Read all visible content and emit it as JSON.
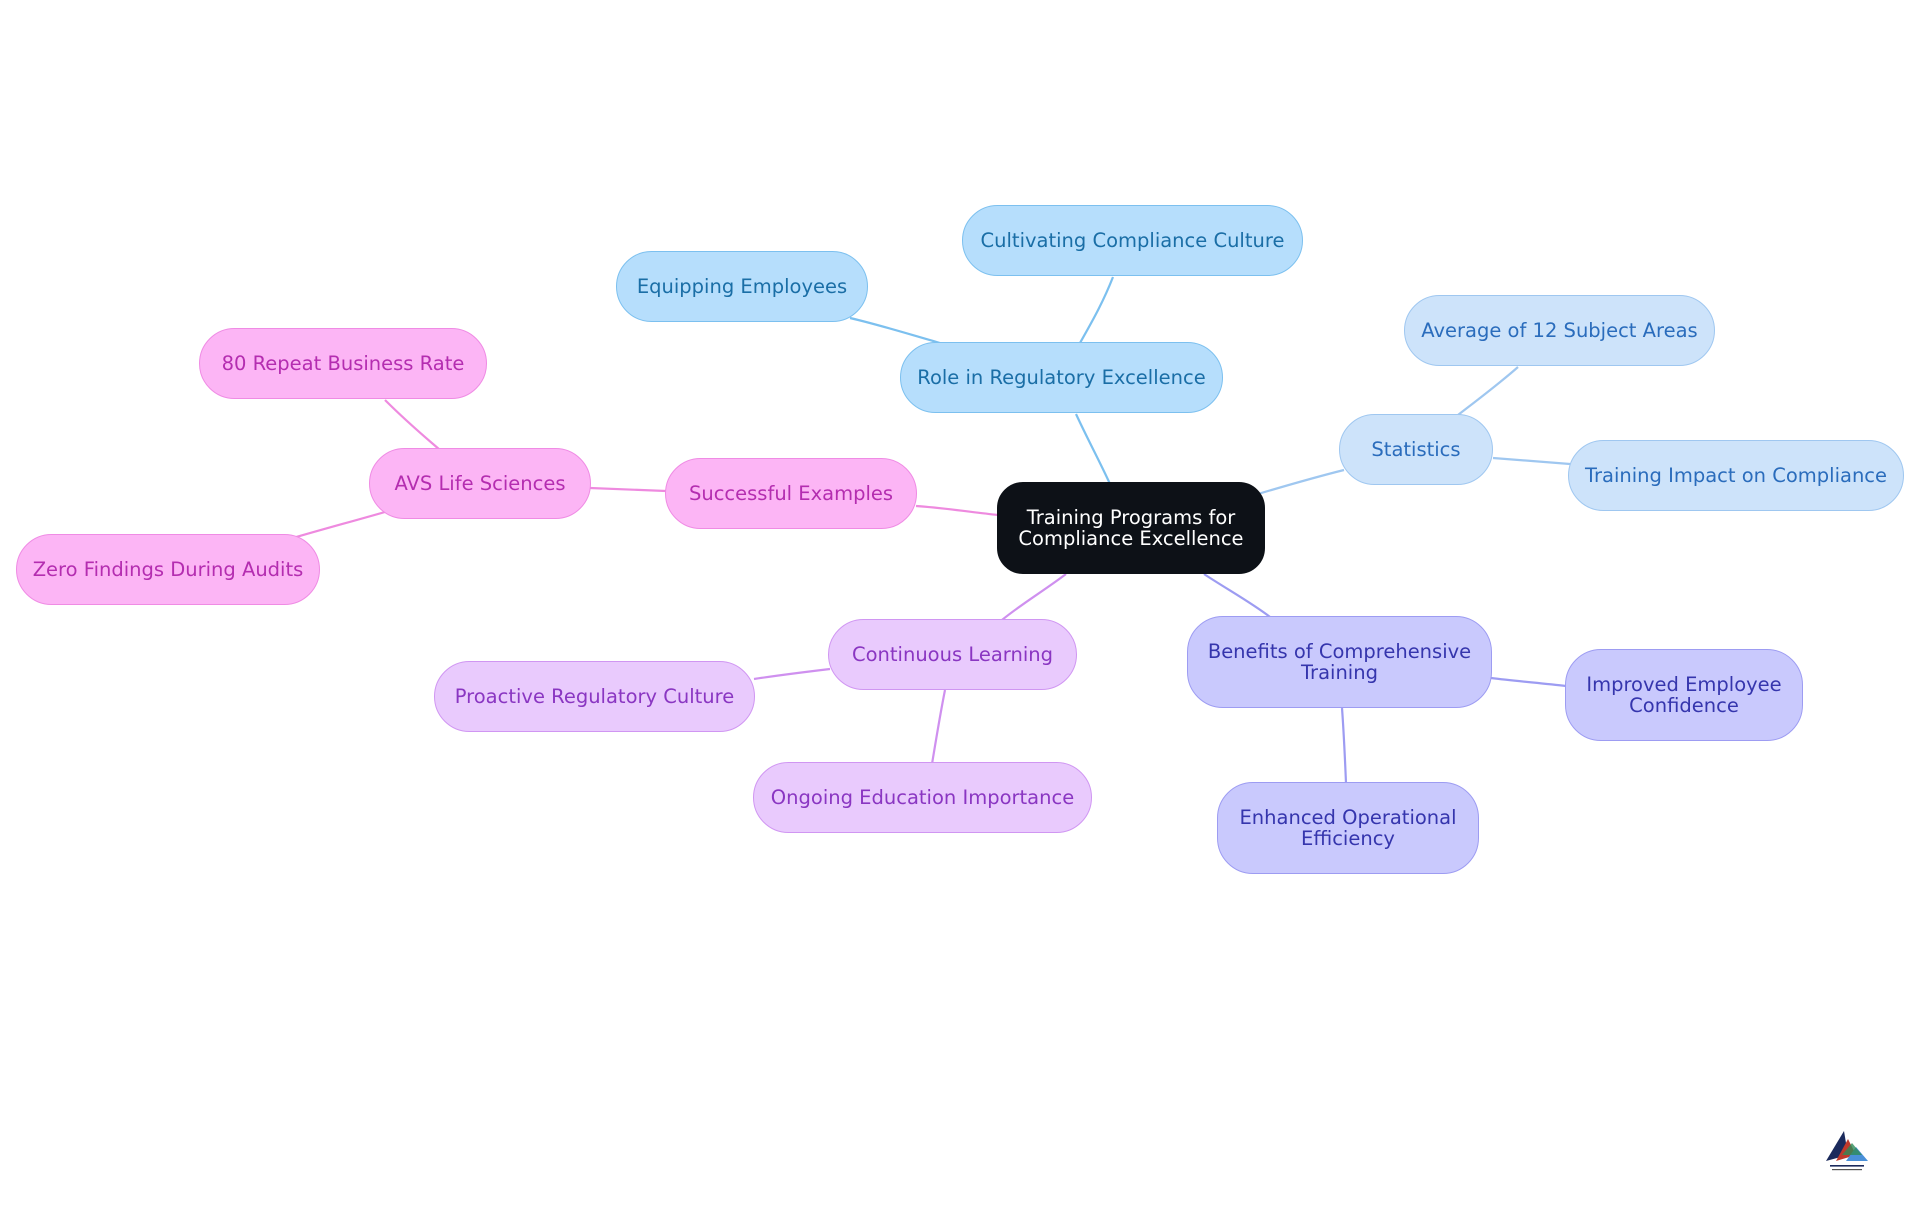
{
  "mindmap": {
    "root": {
      "label": "Training Programs for\nCompliance Excellence"
    },
    "branches": [
      {
        "label": "Role in Regulatory Excellence",
        "color": "#b6defc",
        "children": [
          {
            "label": "Equipping Employees"
          },
          {
            "label": "Cultivating Compliance Culture"
          }
        ]
      },
      {
        "label": "Statistics",
        "color": "#cde3fa",
        "children": [
          {
            "label": "Average of 12 Subject Areas"
          },
          {
            "label": "Training Impact on Compliance"
          }
        ]
      },
      {
        "label": "Benefits of Comprehensive\nTraining",
        "color": "#c9c9fd",
        "children": [
          {
            "label": "Improved Employee\nConfidence"
          },
          {
            "label": "Enhanced Operational\nEfficiency"
          }
        ]
      },
      {
        "label": "Continuous Learning",
        "color": "#e9cafd",
        "children": [
          {
            "label": "Proactive Regulatory Culture"
          },
          {
            "label": "Ongoing Education Importance"
          }
        ]
      },
      {
        "label": "Successful Examples",
        "color": "#fcb5f5",
        "children": [
          {
            "label": "AVS Life Sciences",
            "children": [
              {
                "label": "80 Repeat Business Rate"
              },
              {
                "label": "Zero Findings During Audits"
              }
            ]
          }
        ]
      }
    ]
  },
  "logo": {
    "icon": "avs-life-sciences-logo"
  }
}
